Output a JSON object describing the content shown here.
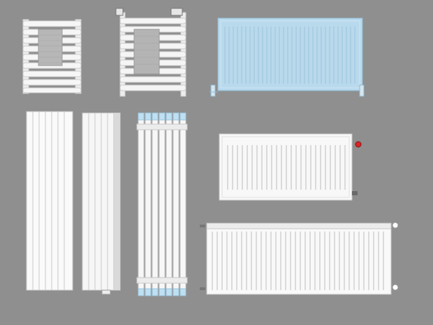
{
  "scene": {
    "background": "#8f8f8f",
    "items": [
      {
        "name": "towel-rail-radiator-a",
        "kind": "towel_rail",
        "color": "#f4f4f4"
      },
      {
        "name": "towel-rail-radiator-b",
        "kind": "towel_rail",
        "color": "#f2f2f2"
      },
      {
        "name": "panel-radiator-blue",
        "kind": "panel",
        "color": "#b9d9ec"
      },
      {
        "name": "vertical-column-radiator-a",
        "kind": "vertical",
        "color": "#f7f7f7"
      },
      {
        "name": "vertical-column-radiator-b",
        "kind": "vertical",
        "color": "#f3f3f3"
      },
      {
        "name": "tube-radiator-blue-caps",
        "kind": "tubes",
        "color": "#f6f6f6",
        "accent": "#bfe0f2"
      },
      {
        "name": "compact-panel-radiator",
        "kind": "panel",
        "color": "#f7f7f7",
        "valve": "#d22"
      },
      {
        "name": "long-panel-radiator",
        "kind": "panel",
        "color": "#f7f7f7"
      }
    ]
  }
}
